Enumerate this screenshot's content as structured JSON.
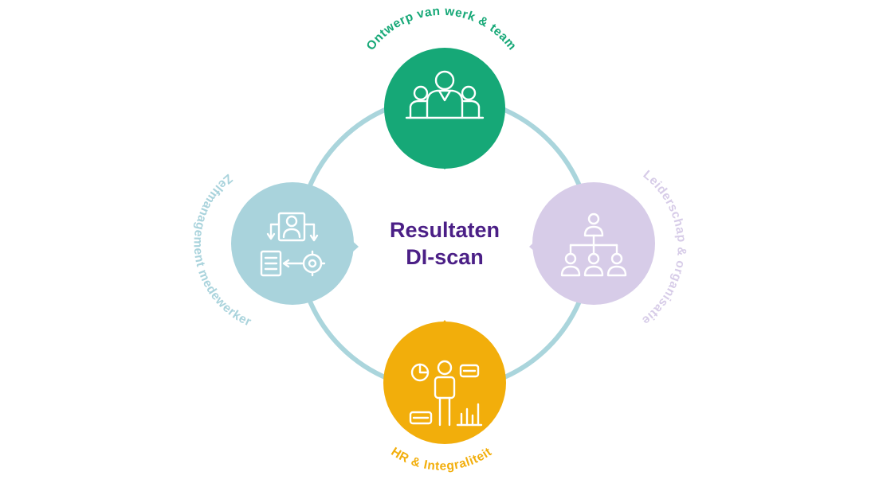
{
  "center": {
    "line1": "Resultaten",
    "line2": "DI-scan"
  },
  "nodes": {
    "top": {
      "label": "Ontwerp van werk & team",
      "color": "#16a877",
      "icon": "team-people-icon"
    },
    "right": {
      "label": "Leiderschap & organisatie",
      "color": "#d7cce8",
      "icon": "org-chart-icon"
    },
    "bottom": {
      "label": "HR & Integraliteit",
      "color": "#f2ae0b",
      "icon": "analyst-dashboard-icon"
    },
    "left": {
      "label": "Zelfmanagement medewerker",
      "color": "#a9d3dc",
      "icon": "self-management-process-icon"
    }
  },
  "colors": {
    "ring": "#aad5dc",
    "center_text": "#4b1f86"
  }
}
